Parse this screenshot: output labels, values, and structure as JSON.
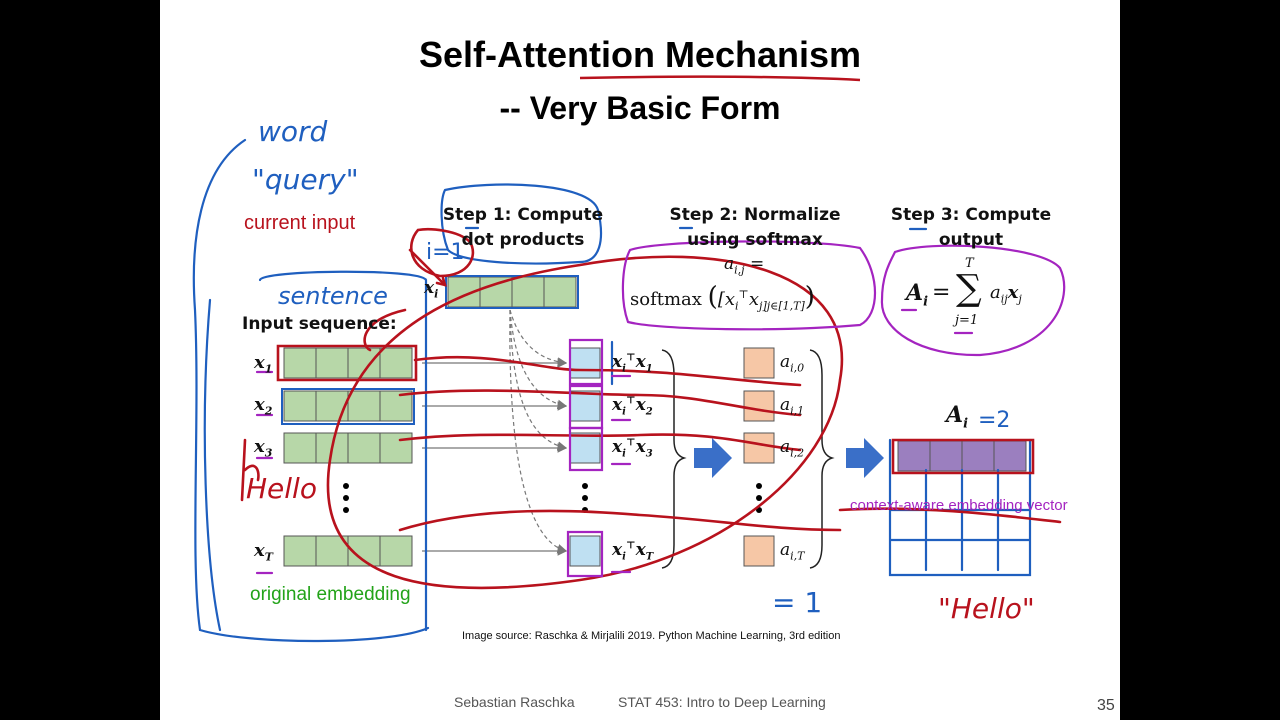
{
  "slide": {
    "title": "Self-Attention Mechanism",
    "subtitle": "-- Very Basic Form",
    "page_number": "35",
    "footer_author": "Sebastian Raschka",
    "footer_course": "STAT 453: Intro to Deep Learning",
    "image_source": "Image source: Raschka & Mirjalili 2019. Python Machine Learning, 3rd edition"
  },
  "diagram": {
    "input_label": "Input sequence:",
    "query_label": "x",
    "query_sub": "i",
    "inputs": [
      {
        "label": "x",
        "sub": "1"
      },
      {
        "label": "x",
        "sub": "2"
      },
      {
        "label": "x",
        "sub": "3"
      },
      {
        "label": "x",
        "sub": "T"
      }
    ],
    "dot_products": [
      {
        "lhs": "x",
        "lsub": "i",
        "sup": "⊤",
        "rhs": "x",
        "rsub": "1"
      },
      {
        "lhs": "x",
        "lsub": "i",
        "sup": "⊤",
        "rhs": "x",
        "rsub": "2"
      },
      {
        "lhs": "x",
        "lsub": "i",
        "sup": "⊤",
        "rhs": "x",
        "rsub": "3"
      },
      {
        "lhs": "x",
        "lsub": "i",
        "sup": "⊤",
        "rhs": "x",
        "rsub": "T"
      }
    ],
    "weights": [
      {
        "label": "a",
        "sub": "i,0"
      },
      {
        "label": "a",
        "sub": "i,1"
      },
      {
        "label": "a",
        "sub": "i,2"
      },
      {
        "label": "a",
        "sub": "i,T"
      }
    ],
    "step1": [
      "Step 1: Compute",
      "dot products"
    ],
    "step2": [
      "Step 2: Normalize",
      "using softmax"
    ],
    "step3": [
      "Step 3: Compute",
      "output"
    ],
    "softmax_lhs": "a",
    "softmax_lhs_sub": "i,j",
    "softmax_eq": "=",
    "softmax_fn": "softmax",
    "softmax_arg": "[x",
    "softmax_arg_sub": "i",
    "softmax_arg_sup": "⊤",
    "softmax_arg2": "x",
    "softmax_arg2_sub": "j",
    "softmax_range": "j∈[1,T]",
    "output_lhs": "A",
    "output_lhs_sub": "i",
    "output_eq": "=",
    "output_sum": "∑",
    "output_sum_top": "T",
    "output_sum_bottom": "j=1",
    "output_term": "a",
    "output_term_sub": "ij",
    "output_term2": "x",
    "output_term2_sub": "j",
    "output_label": "A",
    "output_label_sub": "i"
  },
  "annotations": {
    "word": "word",
    "query": "\"query\"",
    "current_input": "current input",
    "sentence": "sentence",
    "i_eq_1": "i=1",
    "hello": "Hello",
    "original_embedding": "original embedding",
    "eq_2": "=2",
    "context_aware": "context-aware embedding vector",
    "sum_eq_1": "= 1",
    "hello_quoted": "\"Hello\""
  },
  "colors": {
    "ink_blue": "#1f5fbf",
    "ink_red": "#b8121d",
    "ink_purple": "#a424c0",
    "ink_green": "#23a319",
    "cell_green": "#b7d7a8",
    "cell_blue": "#bfe0f2",
    "cell_orange": "#f6c7a6",
    "cell_purple": "#9b7fbf",
    "arrow_blue": "#3a6fc8"
  }
}
